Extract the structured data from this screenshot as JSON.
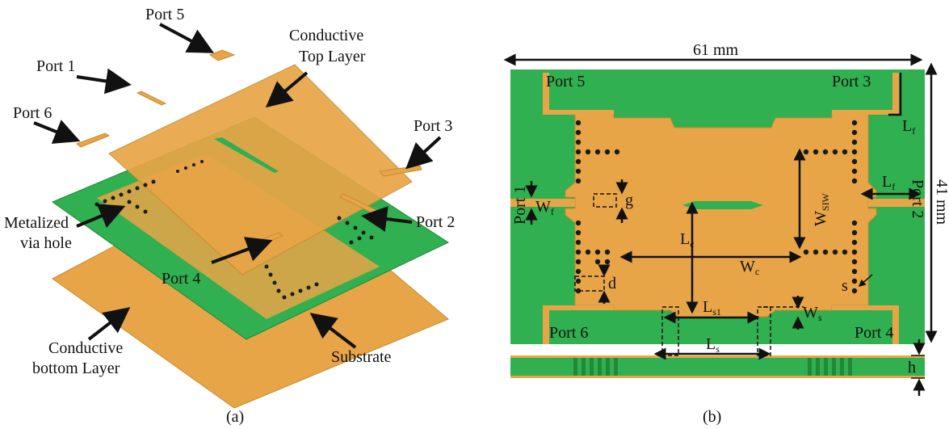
{
  "colors": {
    "copper": "#e8a547",
    "copper_dark": "#c98a30",
    "green": "#30b050",
    "green_dark": "#1f8a3a",
    "via": "#1a1a1a"
  },
  "panel_a": {
    "caption": "(a)",
    "labels": {
      "port5": "Port 5",
      "port1": "Port 1",
      "port6": "Port 6",
      "port3": "Port 3",
      "port2": "Port 2",
      "port4": "Port 4",
      "top_layer_1": "Conductive",
      "top_layer_2": "Top Layer",
      "via_1": "Metalized",
      "via_2": "via hole",
      "bottom_1": "Conductive",
      "bottom_2": "bottom Layer",
      "substrate": "Substrate"
    }
  },
  "panel_b": {
    "caption": "(b)",
    "width_label": "61 mm",
    "height_label": "41 mm",
    "ports": {
      "p5": "Port 5",
      "p3": "Port 3",
      "p1": "Port 1",
      "p2": "Port 2",
      "p6": "Port 6",
      "p4": "Port 4"
    },
    "dims": {
      "Lf_top": {
        "main": "L",
        "sub": "f"
      },
      "Lf_right": {
        "main": "L",
        "sub": "f"
      },
      "Wf": {
        "main": "W",
        "sub": "f"
      },
      "g": {
        "main": "g",
        "sub": ""
      },
      "Wsiw": {
        "main": "W",
        "sub": "SIW"
      },
      "Lc": {
        "main": "L",
        "sub": "c"
      },
      "Wc": {
        "main": "W",
        "sub": "c"
      },
      "d": {
        "main": "d",
        "sub": ""
      },
      "s": {
        "main": "s",
        "sub": ""
      },
      "Ls1": {
        "main": "L",
        "sub": "s1"
      },
      "Ws": {
        "main": "W",
        "sub": "s"
      },
      "Ls": {
        "main": "L",
        "sub": "s"
      },
      "h": {
        "main": "h",
        "sub": ""
      }
    }
  }
}
